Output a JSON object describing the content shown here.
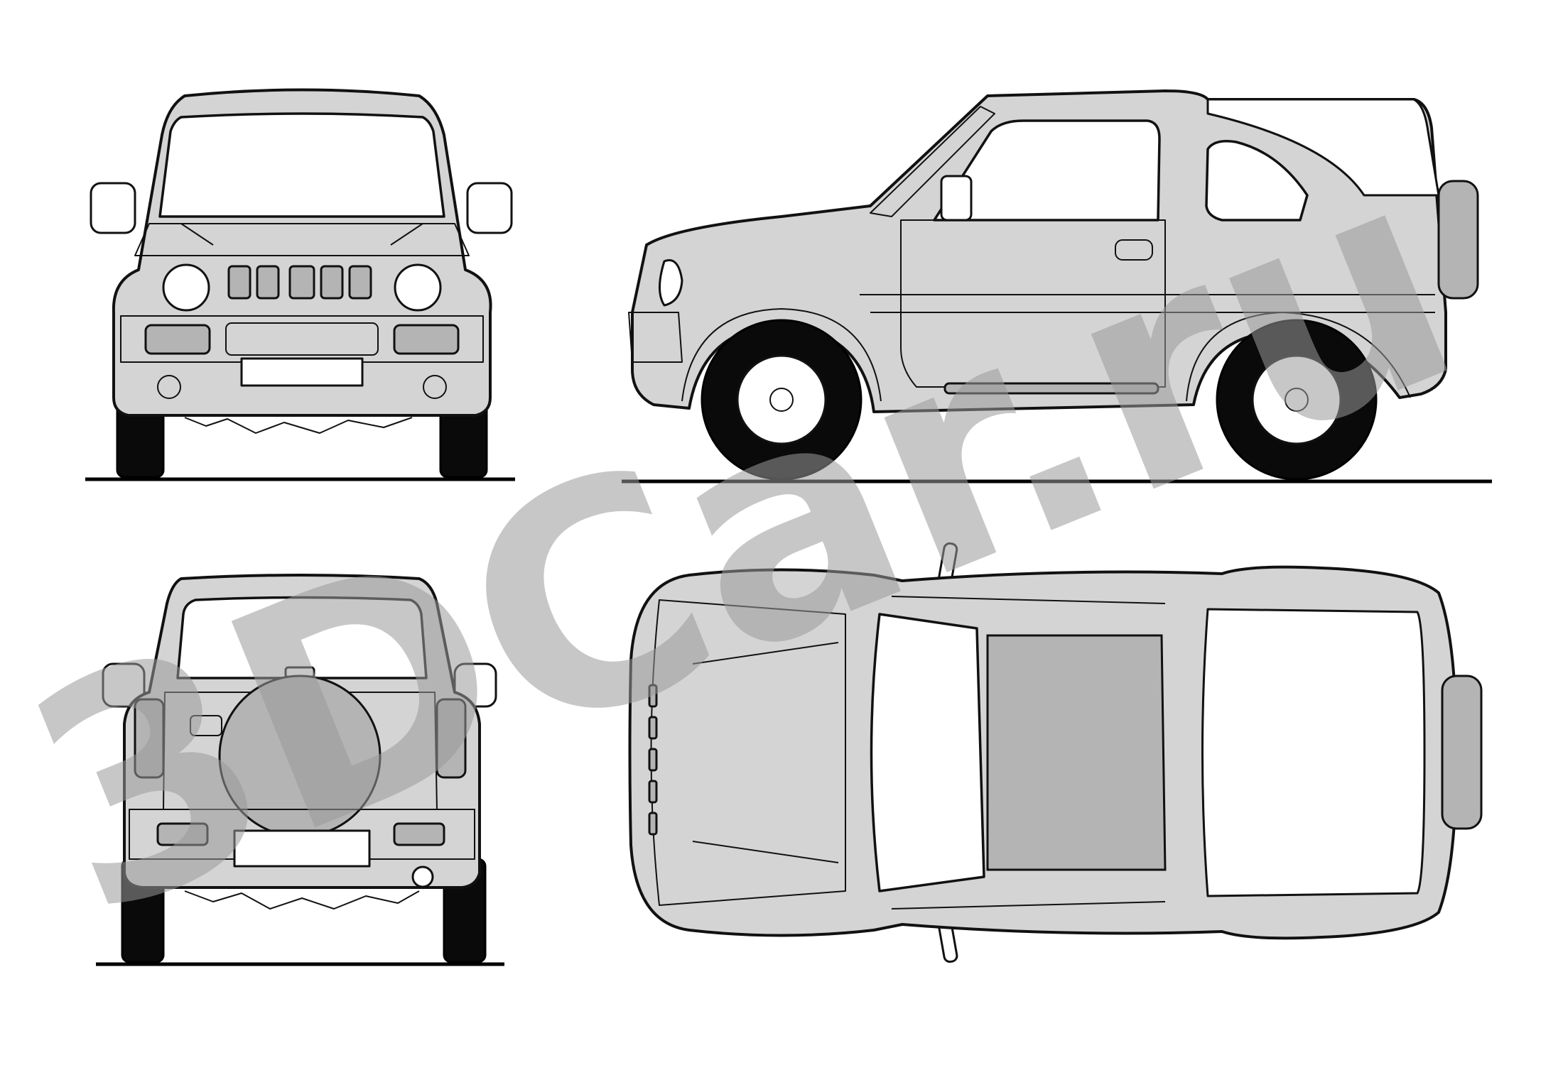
{
  "watermark": {
    "text": "3DCar.ru",
    "color": "#9a9a9a"
  },
  "colors": {
    "paint": "#d4d4d4",
    "outline": "#111111",
    "glass": "#ffffff",
    "tyre": "#0a0a0a"
  },
  "views": [
    "front",
    "side",
    "rear",
    "top"
  ]
}
